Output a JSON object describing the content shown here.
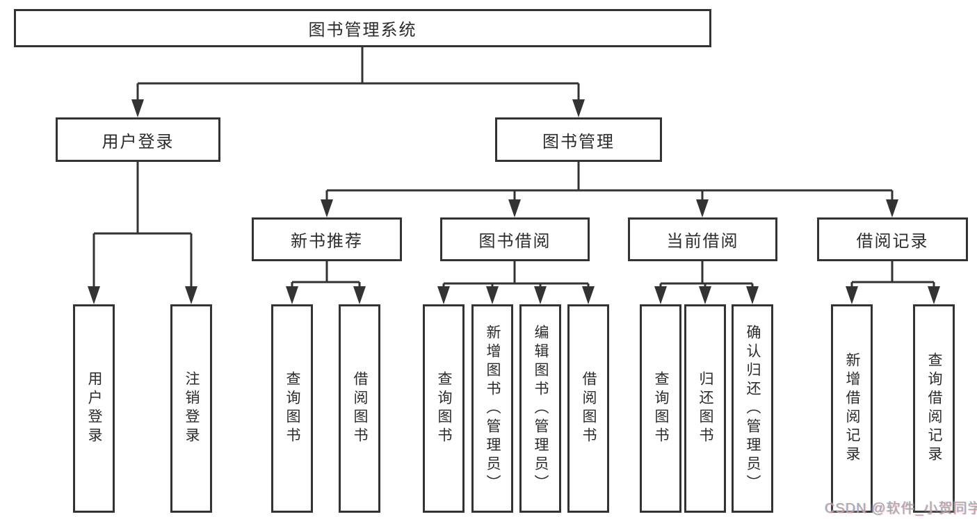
{
  "colors": {
    "line": "#333333",
    "box_border": "#333333",
    "text": "#2b2b2b",
    "watermark": "#a9a9a9",
    "background": "#ffffff"
  },
  "watermark": "CSDN @软件_小贺同学",
  "tree": {
    "label": "图书管理系统",
    "children": [
      {
        "label": "用户登录",
        "children": [
          {
            "label": "用户登录"
          },
          {
            "label": "注销登录"
          }
        ]
      },
      {
        "label": "图书管理",
        "children": [
          {
            "label": "新书推荐",
            "children": [
              {
                "label": "查询图书"
              },
              {
                "label": "借阅图书"
              }
            ]
          },
          {
            "label": "图书借阅",
            "children": [
              {
                "label": "查询图书"
              },
              {
                "label": "新增图书（管理员）"
              },
              {
                "label": "编辑图书（管理员）"
              },
              {
                "label": "借阅图书"
              }
            ]
          },
          {
            "label": "当前借阅",
            "children": [
              {
                "label": "查询图书"
              },
              {
                "label": "归还图书"
              },
              {
                "label": "确认归还（管理员）"
              }
            ]
          },
          {
            "label": "借阅记录",
            "children": [
              {
                "label": "新增借阅记录"
              },
              {
                "label": "查询借阅记录"
              }
            ]
          }
        ]
      }
    ]
  }
}
